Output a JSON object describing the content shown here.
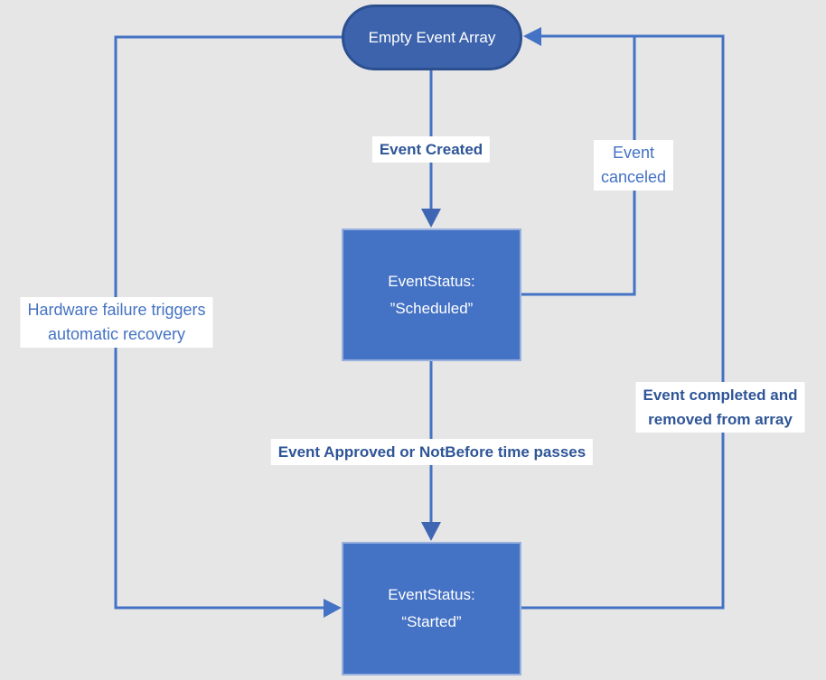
{
  "diagram": {
    "type": "state-diagram",
    "colors": {
      "background": "#E6E6E6",
      "accent": "#4472C4",
      "rect_node_fill": "#4472C4",
      "stadium_node_fill": "#3C63AC",
      "stadium_node_border": "#2C4F90",
      "connector": "#4472C4",
      "node_text": "#FFFFFF",
      "bold_label_text": "#2E5597",
      "regular_label_text": "#4472C4",
      "label_background": "#FFFFFF"
    },
    "nodes": {
      "empty": {
        "label": "Empty Event Array",
        "shape": "stadium"
      },
      "scheduled": {
        "line1": "EventStatus:",
        "line2": "”Scheduled”",
        "shape": "rect"
      },
      "started": {
        "line1": "EventStatus:",
        "line2": "“Started”",
        "shape": "rect"
      }
    },
    "edges": {
      "created": {
        "from": "empty",
        "to": "scheduled",
        "label": "Event Created",
        "style": "bold"
      },
      "canceled": {
        "from": "scheduled",
        "to": "empty",
        "label_line1": "Event",
        "label_line2": "canceled",
        "style": "regular"
      },
      "approved": {
        "from": "scheduled",
        "to": "started",
        "label": "Event Approved or NotBefore time passes",
        "style": "bold"
      },
      "hardware": {
        "from": "empty",
        "to": "started",
        "label_line1": "Hardware failure triggers",
        "label_line2": "automatic recovery",
        "style": "regular"
      },
      "completed": {
        "from": "started",
        "to": "empty",
        "label_line1": "Event completed and",
        "label_line2": "removed from array",
        "style": "bold"
      }
    }
  }
}
